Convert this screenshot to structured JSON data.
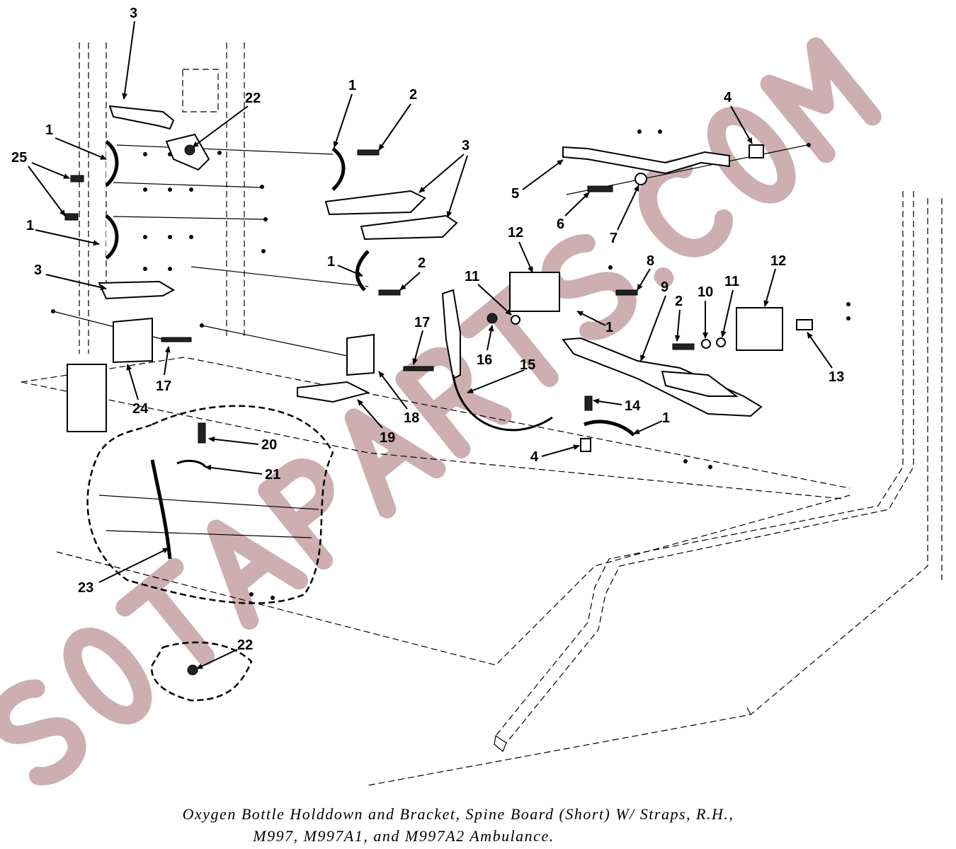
{
  "watermark": "SOTAPARTS.COM",
  "callouts": {
    "c3a": "3",
    "c22a": "22",
    "c1a": "1",
    "c25": "25",
    "c1b": "1",
    "c3b": "3",
    "c1c": "1",
    "c2a": "2",
    "c3c": "3",
    "c1d": "1",
    "c2b": "2",
    "c4a": "4",
    "c5": "5",
    "c6": "6",
    "c7": "7",
    "c12a": "12",
    "c8": "8",
    "c12b": "12",
    "c11a": "11",
    "c9": "9",
    "c2c": "2",
    "c10": "10",
    "c11b": "11",
    "c1e": "1",
    "c13": "13",
    "c16": "16",
    "c15": "15",
    "c17a": "17",
    "c17b": "17",
    "c24": "24",
    "c18": "18",
    "c19": "19",
    "c14": "14",
    "c1f": "1",
    "c4b": "4",
    "c20": "20",
    "c21": "21",
    "c23": "23",
    "c22b": "22"
  },
  "caption": {
    "line1": "Oxygen Bottle Holddown and Bracket, Spine Board (Short) W/ Straps, R.H.,",
    "line2": "M997, M997A1, and M997A2 Ambulance."
  }
}
